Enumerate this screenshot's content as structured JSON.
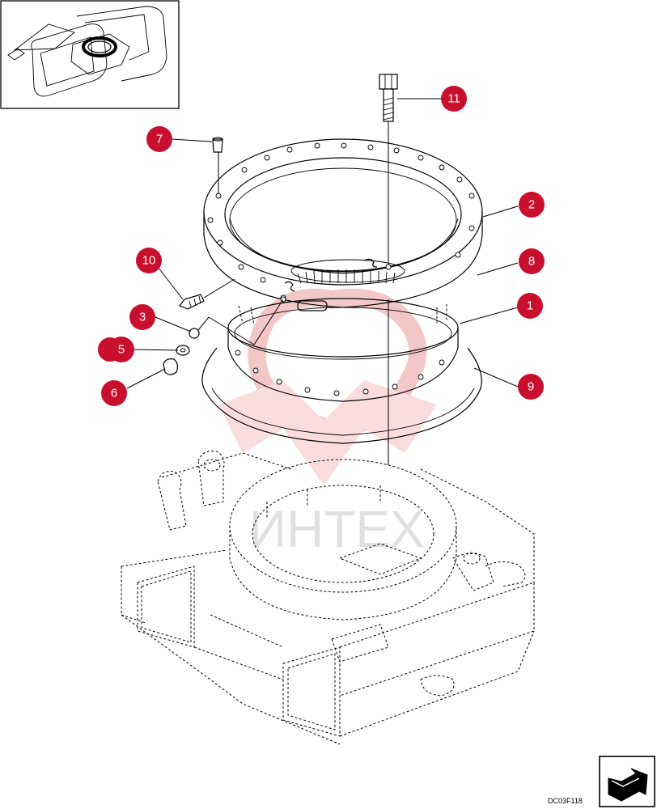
{
  "diagram": {
    "drawing_code": "DC03F118",
    "watermark_text": "ИНТЕХ",
    "callouts": [
      {
        "id": "c1",
        "label": "1",
        "icon": "callout-badge"
      },
      {
        "id": "c2",
        "label": "2",
        "icon": "callout-badge"
      },
      {
        "id": "c3",
        "label": "3",
        "icon": "callout-badge"
      },
      {
        "id": "c5",
        "label": "5",
        "icon": "callout-badge"
      },
      {
        "id": "c6",
        "label": "6",
        "icon": "callout-badge"
      },
      {
        "id": "c7",
        "label": "7",
        "icon": "callout-badge"
      },
      {
        "id": "c8",
        "label": "8",
        "icon": "callout-badge"
      },
      {
        "id": "c9",
        "label": "9",
        "icon": "callout-badge"
      },
      {
        "id": "c10",
        "label": "10",
        "icon": "callout-badge"
      },
      {
        "id": "c11",
        "label": "11",
        "icon": "callout-badge"
      }
    ],
    "colors": {
      "callout": "#c8102e",
      "watermark": "#e88a8a",
      "line": "#000000"
    },
    "icons": {
      "locator": "excavator-locator-thumbnail",
      "nav": "next-page-arrow-icon"
    }
  }
}
